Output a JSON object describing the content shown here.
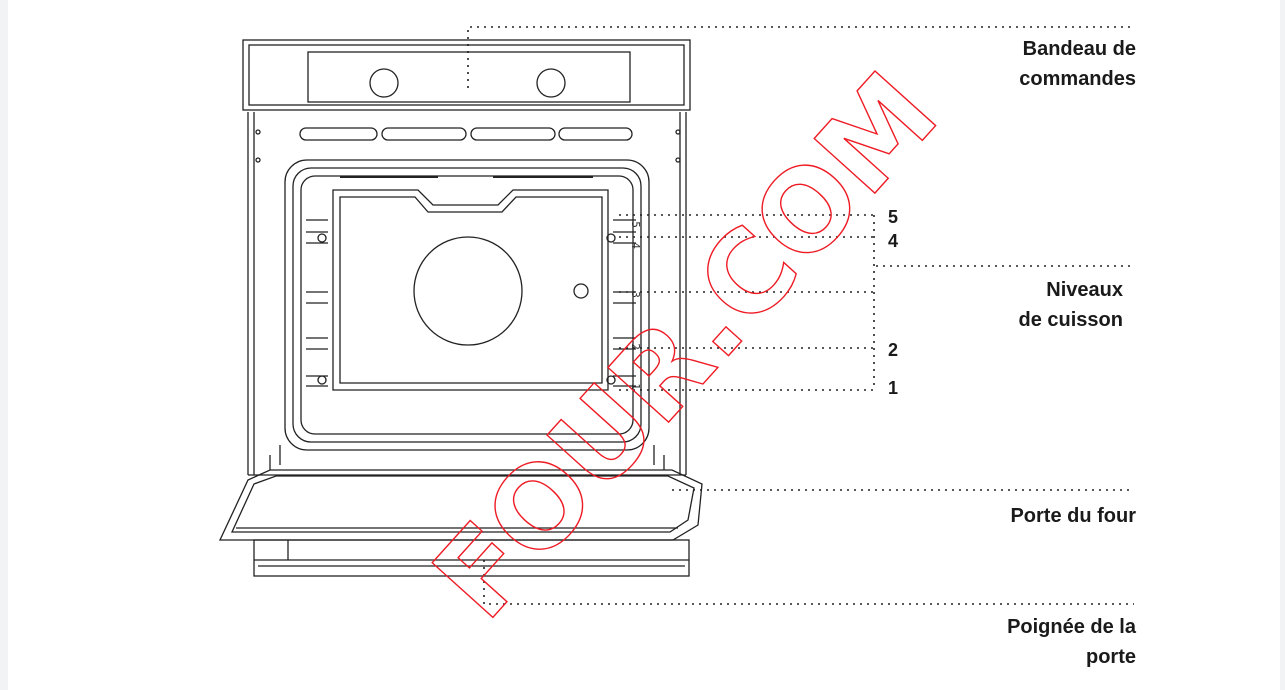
{
  "labels": {
    "control_panel": [
      "Bandeau de",
      "commandes"
    ],
    "cooking_levels": [
      "Niveaux",
      "de cuisson"
    ],
    "oven_door": "Porte du four",
    "door_handle": [
      "Poignée de la",
      "porte"
    ]
  },
  "levels": [
    "5",
    "4",
    "2",
    "1"
  ],
  "rack_marks": [
    "5",
    "4",
    "3",
    "2",
    "1"
  ],
  "watermark": "FOUR.COM",
  "colors": {
    "line": "#222222",
    "watermark": "#ee1b24",
    "background": "#ffffff"
  }
}
